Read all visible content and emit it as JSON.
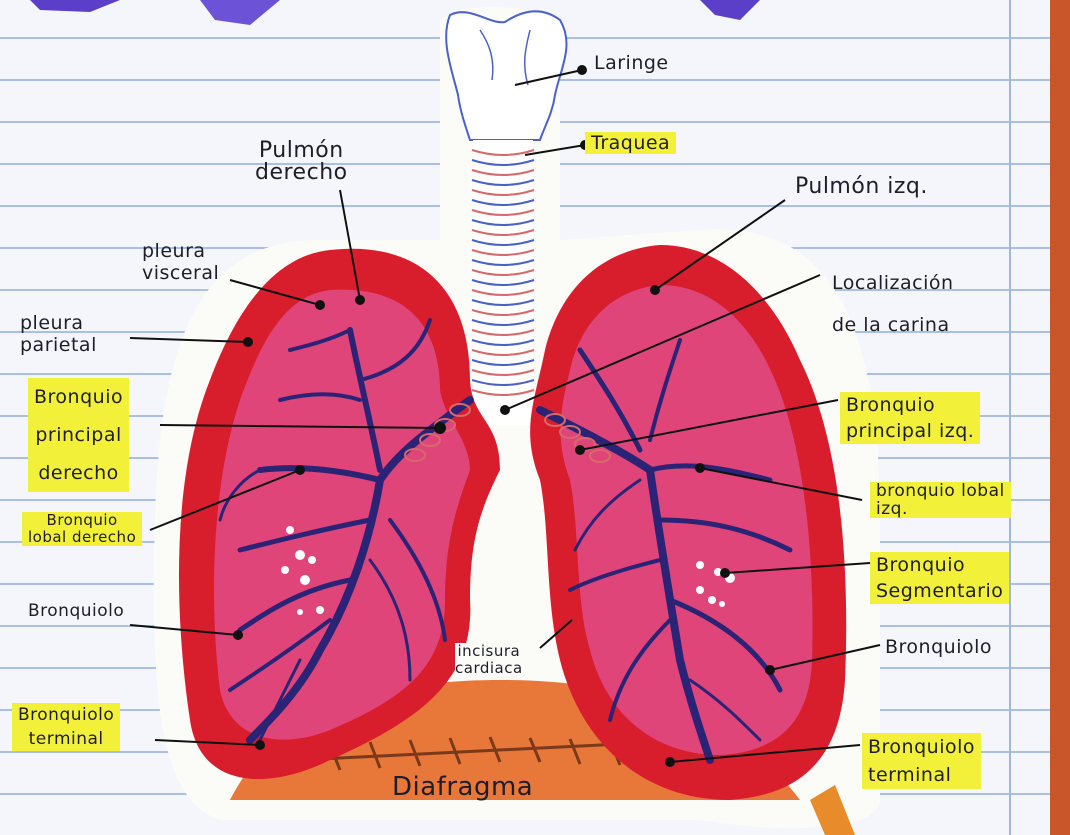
{
  "labels": {
    "laringe": "Laringe",
    "traquea": "Traquea",
    "pulmon_derecho": "Pulmón\nderecho",
    "pulmon_izq": "Pulmón izq.",
    "pleura_visceral": "pleura\nvisceral",
    "pleura_parietal": "pleura\nparietal",
    "localizacion_carina": "Localización\nde la carina",
    "bronquio_principal_derecho": "Bronquio\nprincipal\nderecho",
    "bronquio_principal_izq": "Bronquio\nprincipal izq.",
    "bronquio_lobal_derecho": "Bronquio\nlobal derecho",
    "bronquio_lobal_izq": "bronquio lobal\nizq.",
    "bronquio_segmentario": "Bronquio\nSegmentario",
    "bronquiolo_left": "Bronquiolo",
    "bronquiolo_right": "Bronquiolo",
    "incisura_cardiaca": "incisura\ncardiaca",
    "bronquiolo_terminal_left": "Bronquiolo\nterminal",
    "bronquiolo_terminal_right": "Bronquiolo\nterminal",
    "diafragma": "Diafragma"
  },
  "colors": {
    "lung_outer": "#d81e2c",
    "lung_inner": "#e0457a",
    "bronchi": "#2b2476",
    "diaphragm": "#e8773a",
    "highlight": "#f3f03a",
    "trachea_rings": "#d66a6a"
  }
}
